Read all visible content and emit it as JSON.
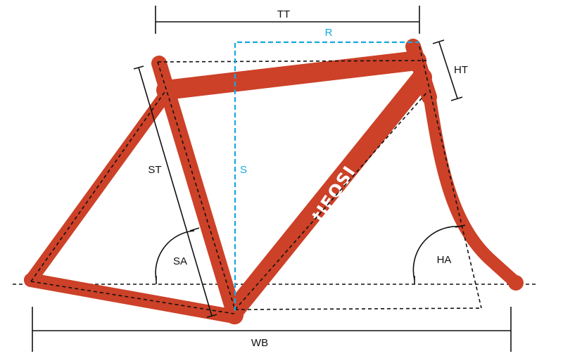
{
  "diagram": {
    "brand": "tIFOSI",
    "colors": {
      "frame": "#cc4128",
      "stack_reach": "#1aa7dd",
      "lines": "#111111"
    },
    "labels": {
      "top_tube": "TT",
      "reach": "R",
      "head_tube": "HT",
      "seat_tube": "ST",
      "stack": "S",
      "seat_angle": "SA",
      "head_angle": "HA",
      "wheelbase": "WB"
    }
  }
}
